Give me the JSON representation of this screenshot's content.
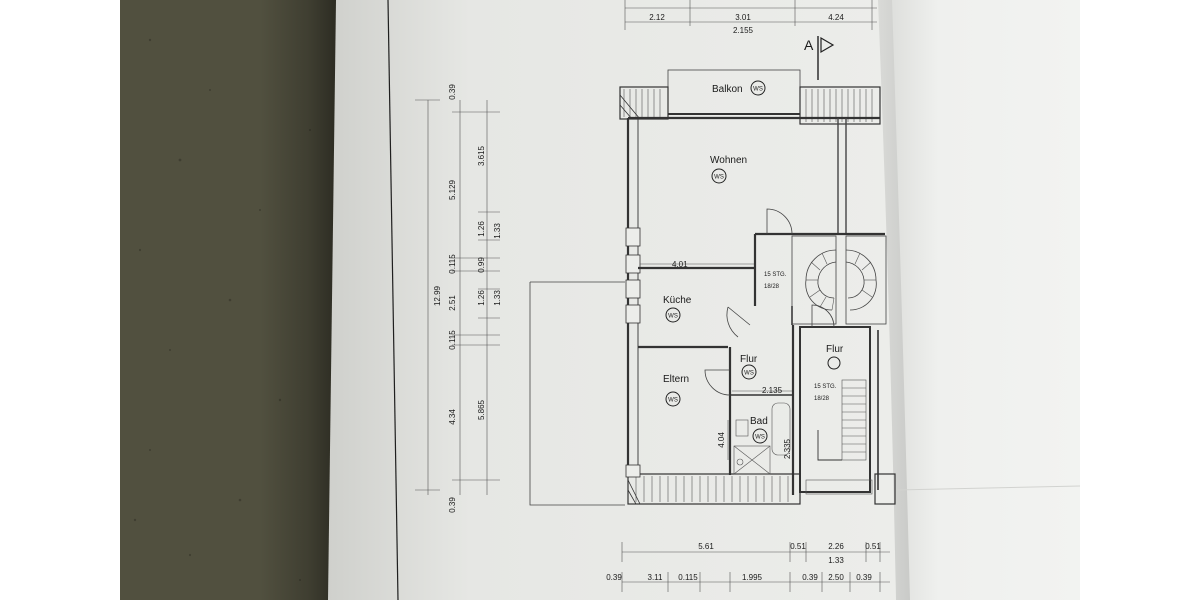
{
  "rooms": {
    "balkon": "Balkon",
    "wohnen": "Wohnen",
    "kueche": "Küche",
    "eltern": "Eltern",
    "flur": "Flur",
    "flur2": "Flur",
    "bad": "Bad",
    "ws": "WS",
    "stair_1_a": "15 STG.",
    "stair_1_b": "18/28",
    "stair_2_a": "15 STG.",
    "stair_2_b": "18/28"
  },
  "section_mark": "A",
  "dims_top": [
    "2.12",
    "3.01",
    "4.24",
    "2.155"
  ],
  "dims_left_outer": "12.99",
  "dims_left_mid": [
    "0.39",
    "5.129",
    "0.115",
    "2.51",
    "0.115",
    "4.34",
    "0.39"
  ],
  "dims_left_inner": [
    "3.615",
    "1.26",
    "1.33",
    "0.99",
    "1.26",
    "1.33",
    "5.865"
  ],
  "dims_interior": [
    "4.01",
    "2.135",
    "4.04",
    "2.335"
  ],
  "dims_bottom_row1": [
    "5.61",
    "0.51",
    "2.26",
    "0.51",
    "1.33"
  ],
  "dims_bottom_row2": [
    "0.39",
    "3.11",
    "0.115",
    "1.995",
    "0.39",
    "2.50",
    "0.39"
  ]
}
